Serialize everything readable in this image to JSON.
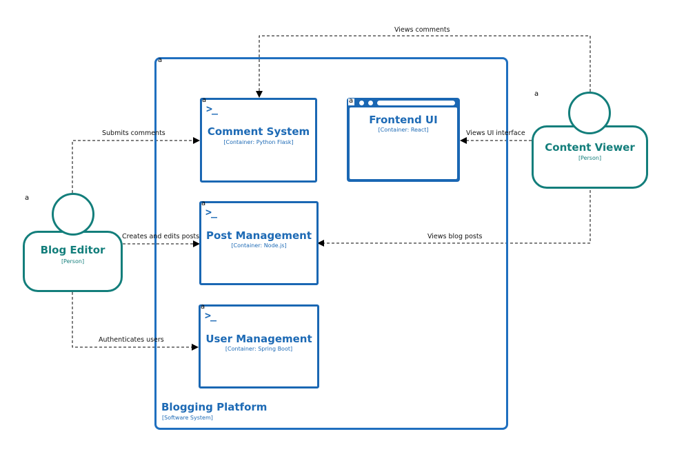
{
  "stray_label": "a",
  "system": {
    "name": "Blogging Platform",
    "type": "[Software System]"
  },
  "containers": {
    "comment_system": {
      "name": "Comment System",
      "tech": "[Container: Python Flask]",
      "glyph": ">_"
    },
    "frontend_ui": {
      "name": "Frontend UI",
      "tech": "[Container: React]"
    },
    "post_management": {
      "name": "Post Management",
      "tech": "[Container: Node.js]",
      "glyph": ">_"
    },
    "user_management": {
      "name": "User Management",
      "tech": "[Container: Spring Boot]",
      "glyph": ">_"
    }
  },
  "people": {
    "blog_editor": {
      "name": "Blog Editor",
      "type": "[Person]"
    },
    "content_viewer": {
      "name": "Content Viewer",
      "type": "[Person]"
    }
  },
  "relationships": {
    "views_comments": "Views comments",
    "submits_comments": "Submits comments",
    "views_ui": "Views UI interface",
    "creates_edits": "Creates and edits posts",
    "views_posts": "Views blog posts",
    "authenticates": "Authenticates users"
  },
  "colors": {
    "container": "#1a67b3",
    "person": "#137e7b",
    "edge": "#000000"
  }
}
